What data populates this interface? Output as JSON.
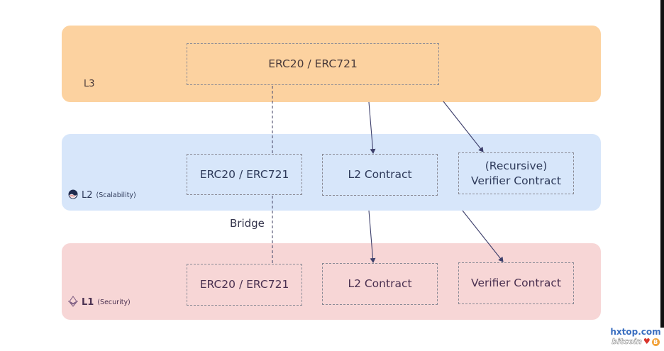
{
  "layers": {
    "l3": {
      "label": "L3",
      "subtitle": "",
      "color": "#fcd2a0",
      "boxes": [
        {
          "text": "ERC20 / ERC721"
        }
      ]
    },
    "l2": {
      "label": "L2",
      "subtitle": "(Scalability)",
      "icon": "starknet-logo-icon",
      "color": "#d7e6fa",
      "boxes": [
        {
          "text": "ERC20 / ERC721"
        },
        {
          "text": "L2 Contract"
        },
        {
          "text": "(Recursive)\nVerifier Contract",
          "line1": "(Recursive)",
          "line2": "Verifier Contract"
        }
      ]
    },
    "l1": {
      "label": "L1",
      "subtitle": "(Security)",
      "icon": "ethereum-logo-icon",
      "color": "#f7d6d6",
      "boxes": [
        {
          "text": "ERC20 / ERC721"
        },
        {
          "text": "L2 Contract"
        },
        {
          "text": "Verifier Contract"
        }
      ]
    }
  },
  "bridge": {
    "label": "Bridge"
  },
  "connections": [
    {
      "from": "l3.erc20",
      "to": "l1.erc20",
      "style": "dashed",
      "through": "l2.erc20"
    },
    {
      "from": "l3",
      "to": "l2.l2-contract",
      "style": "arrow"
    },
    {
      "from": "l3",
      "to": "l2.verifier",
      "style": "arrow"
    },
    {
      "from": "l2",
      "to": "l1.l2-contract",
      "style": "arrow"
    },
    {
      "from": "l2",
      "to": "l1.verifier",
      "style": "arrow"
    }
  ],
  "watermark": {
    "site": "hxtop.com",
    "brand": "bitcoin"
  },
  "colors": {
    "line": "#3d3f6b",
    "dashed": "#5a5a78",
    "box_border": "#8a8a95"
  }
}
